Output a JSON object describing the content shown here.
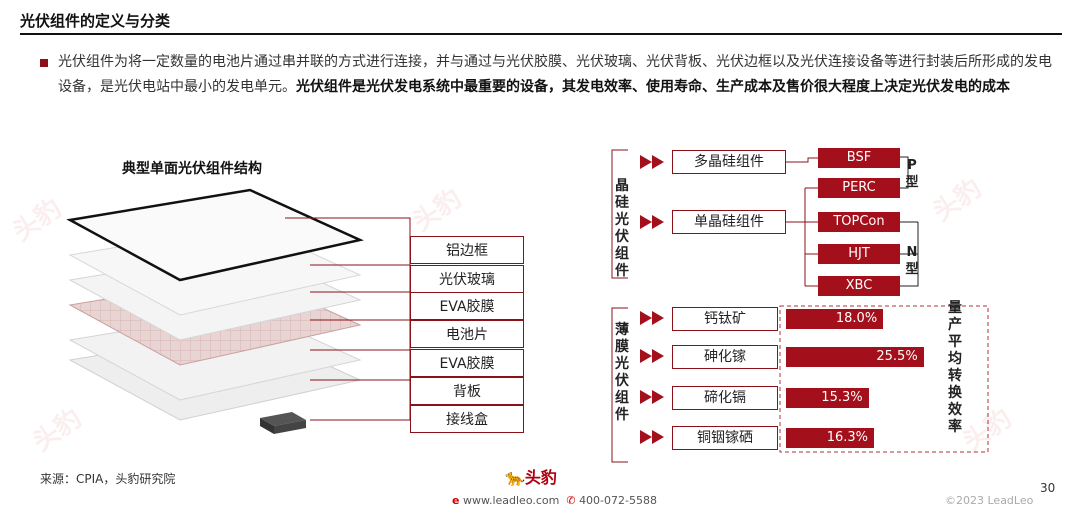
{
  "header": {
    "title": "光伏组件的定义与分类"
  },
  "intro": {
    "normal": "光伏组件为将一定数量的电池片通过串并联的方式进行连接，并与通过与光伏胶膜、光伏玻璃、光伏背板、光伏边框以及光伏连接设备等进行封装后所形成的发电设备，是光伏电站中最小的发电单元。",
    "bold": "光伏组件是光伏发电系统中最重要的设备，其发电效率、使用寿命、生产成本及售价很大程度上决定光伏发电的成本"
  },
  "structure": {
    "title": "典型单面光伏组件结构",
    "layers": [
      "铝边框",
      "光伏玻璃",
      "EVA胶膜",
      "电池片",
      "EVA胶膜",
      "背板",
      "接线盒"
    ]
  },
  "classification": {
    "crystal": {
      "label": "晶硅光伏组件",
      "poly": "多晶硅组件",
      "mono": "单晶硅组件",
      "techs": [
        "BSF",
        "PERC",
        "TOPCon",
        "HJT",
        "XBC"
      ],
      "p_type": "P型",
      "n_type": "N型"
    },
    "thin_film": {
      "label": "薄膜光伏组件",
      "efficiency_label": "量产平均转换效率",
      "items": [
        {
          "name": "钙钛矿",
          "value": 18.0,
          "display": "18.0%"
        },
        {
          "name": "砷化镓",
          "value": 25.5,
          "display": "25.5%"
        },
        {
          "name": "碲化镉",
          "value": 15.3,
          "display": "15.3%"
        },
        {
          "name": "铜铟镓硒",
          "value": 16.3,
          "display": "16.3%"
        }
      ]
    }
  },
  "colors": {
    "accent": "#a30f1a",
    "border": "#8b1118"
  },
  "footer": {
    "source": "来源：CPIA，头豹研究院",
    "website": "www.leadleo.com",
    "phone": "400-072-5588",
    "brand": "头豹",
    "page": "30",
    "copyright": "©2023 LeadLeo"
  }
}
